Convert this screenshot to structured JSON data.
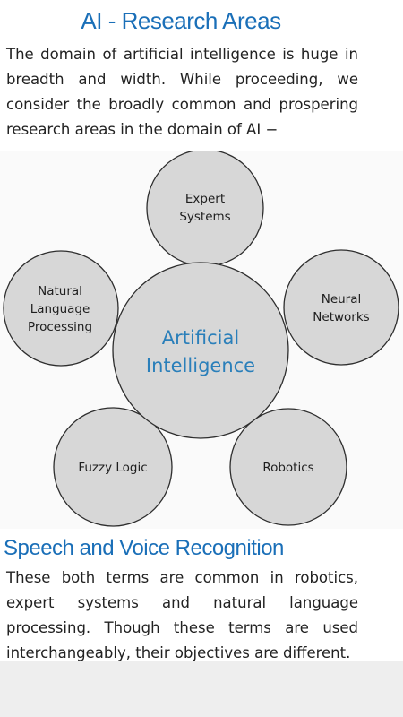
{
  "page": {
    "title": "AI - Research Areas",
    "intro": "The domain of artificial intelligence is huge in breadth and width. While proceeding, we consider the broadly common and prospering research areas in the domain of AI −"
  },
  "diagram": {
    "center": [
      "Artificial",
      "Intelligence"
    ],
    "nodes": [
      {
        "lines": [
          "Expert",
          "Systems"
        ]
      },
      {
        "lines": [
          "Natural",
          "Language",
          "Processing"
        ]
      },
      {
        "lines": [
          "Neural",
          "Networks"
        ]
      },
      {
        "lines": [
          "Fuzzy Logic"
        ]
      },
      {
        "lines": [
          "Robotics"
        ]
      }
    ]
  },
  "section": {
    "heading": "Speech and Voice Recognition",
    "body": "These both terms are common in robotics, expert systems and natural language processing. Though these terms are used interchangeably, their objectives are different."
  }
}
